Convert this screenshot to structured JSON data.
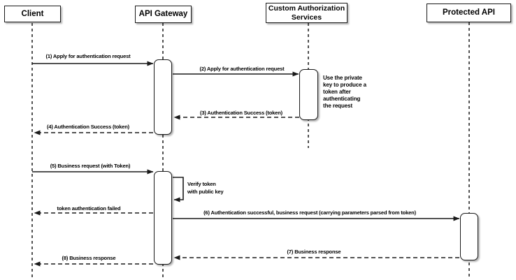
{
  "diagram": {
    "type": "sequence-diagram",
    "colors": {
      "stroke": "#1a1a1a",
      "fill": "#ffffff",
      "text": "#000000"
    },
    "participants": [
      {
        "label": "Client"
      },
      {
        "label": "API Gateway"
      },
      {
        "label": "Custom Authorization Services"
      },
      {
        "label": "Protected API"
      }
    ],
    "messages": [
      {
        "label": "(1) Apply for authentication request",
        "from": "Client",
        "to": "API Gateway",
        "style": "solid"
      },
      {
        "label": "(2) Apply for authentication request",
        "from": "API Gateway",
        "to": "Custom Authorization Services",
        "style": "solid"
      },
      {
        "label": "(3) Authentication Success (token)",
        "from": "Custom Authorization Services",
        "to": "API Gateway",
        "style": "dashed"
      },
      {
        "label": "(4) Authentication Success (token)",
        "from": "API Gateway",
        "to": "Client",
        "style": "dashed"
      },
      {
        "label": "(5) Business request (with Token)",
        "from": "Client",
        "to": "API Gateway",
        "style": "solid"
      },
      {
        "label": "Verify token\nwith public key",
        "from": "API Gateway",
        "to": "API Gateway",
        "style": "self"
      },
      {
        "label": "token authentication failed",
        "from": "API Gateway",
        "to": "Client",
        "style": "dashed"
      },
      {
        "label": "(6) Authentication successful, business request (carrying parameters parsed from token)",
        "from": "API Gateway",
        "to": "Protected API",
        "style": "solid"
      },
      {
        "label": "(7) Business response",
        "from": "Protected API",
        "to": "API Gateway",
        "style": "dashed"
      },
      {
        "label": "(8) Business response",
        "from": "API Gateway",
        "to": "Client",
        "style": "dashed"
      }
    ],
    "note": "Use the private\nkey to produce a\ntoken after\nauthenticating\nthe request"
  }
}
